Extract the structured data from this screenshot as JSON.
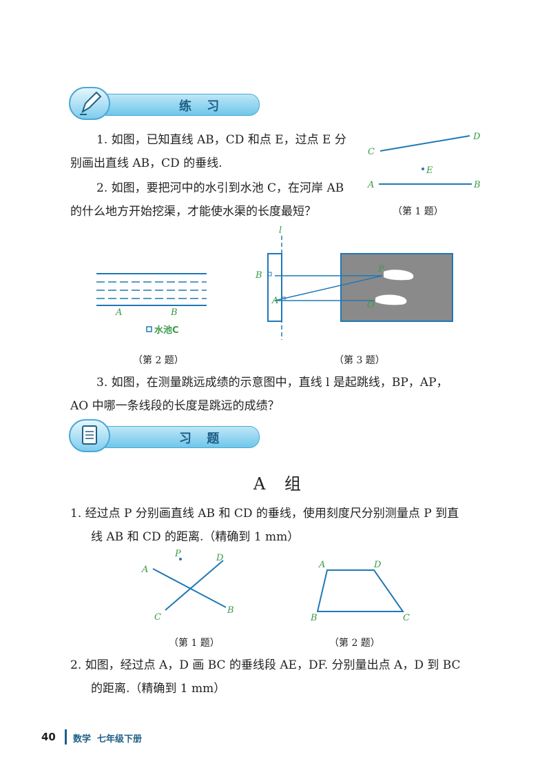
{
  "practice": {
    "title": "练 习",
    "q1": [
      "1. 如图，已知直线 AB，CD 和点 E，过点 E 分",
      "别画出直线 AB，CD 的垂线."
    ],
    "q2": [
      "2. 如图，要把河中的水引到水池 C，在河岸 AB",
      "的什么地方开始挖渠，才能使水渠的长度最短？"
    ],
    "q3": [
      "3. 如图，在测量跳远成绩的示意图中，直线 l 是起跳线，BP，AP，",
      "AO 中哪一条线段的长度是跳远的成绩？"
    ],
    "fig1": {
      "caption": "（第 1 题）",
      "labels": {
        "C": "C",
        "D": "D",
        "E": "E",
        "A": "A",
        "B": "B"
      }
    },
    "fig2": {
      "caption": "（第 2 题）",
      "labels": {
        "A": "A",
        "B": "B",
        "pool": "水池C"
      }
    },
    "fig3": {
      "caption": "（第 3 题）",
      "labels": {
        "l": "l",
        "B": "B",
        "A": "A",
        "P": "P",
        "O": "O"
      }
    }
  },
  "exercises": {
    "title": "习 题",
    "group": "A 组",
    "q1": [
      "1. 经过点 P 分别画直线 AB 和 CD 的垂线，使用刻度尺分别测量点 P 到直",
      "线 AB 和 CD 的距离.（精确到 1 mm）"
    ],
    "q2": [
      "2. 如图，经过点 A，D 画 BC 的垂线段 AE，DF. 分别量出点 A，D 到 BC",
      "的距离.（精确到 1 mm）"
    ],
    "figA1": {
      "caption": "（第 1 题）",
      "labels": {
        "P": "P",
        "A": "A",
        "B": "B",
        "C": "C",
        "D": "D"
      }
    },
    "figA2": {
      "caption": "（第 2 题）",
      "labels": {
        "A": "A",
        "D": "D",
        "B": "B",
        "C": "C"
      }
    }
  },
  "footer": {
    "page_number": "40",
    "book_title": "数学  七年级下册"
  },
  "colors": {
    "line": "#1f78b4",
    "label": "#3a9a48",
    "banner": "#6fc6ea"
  }
}
